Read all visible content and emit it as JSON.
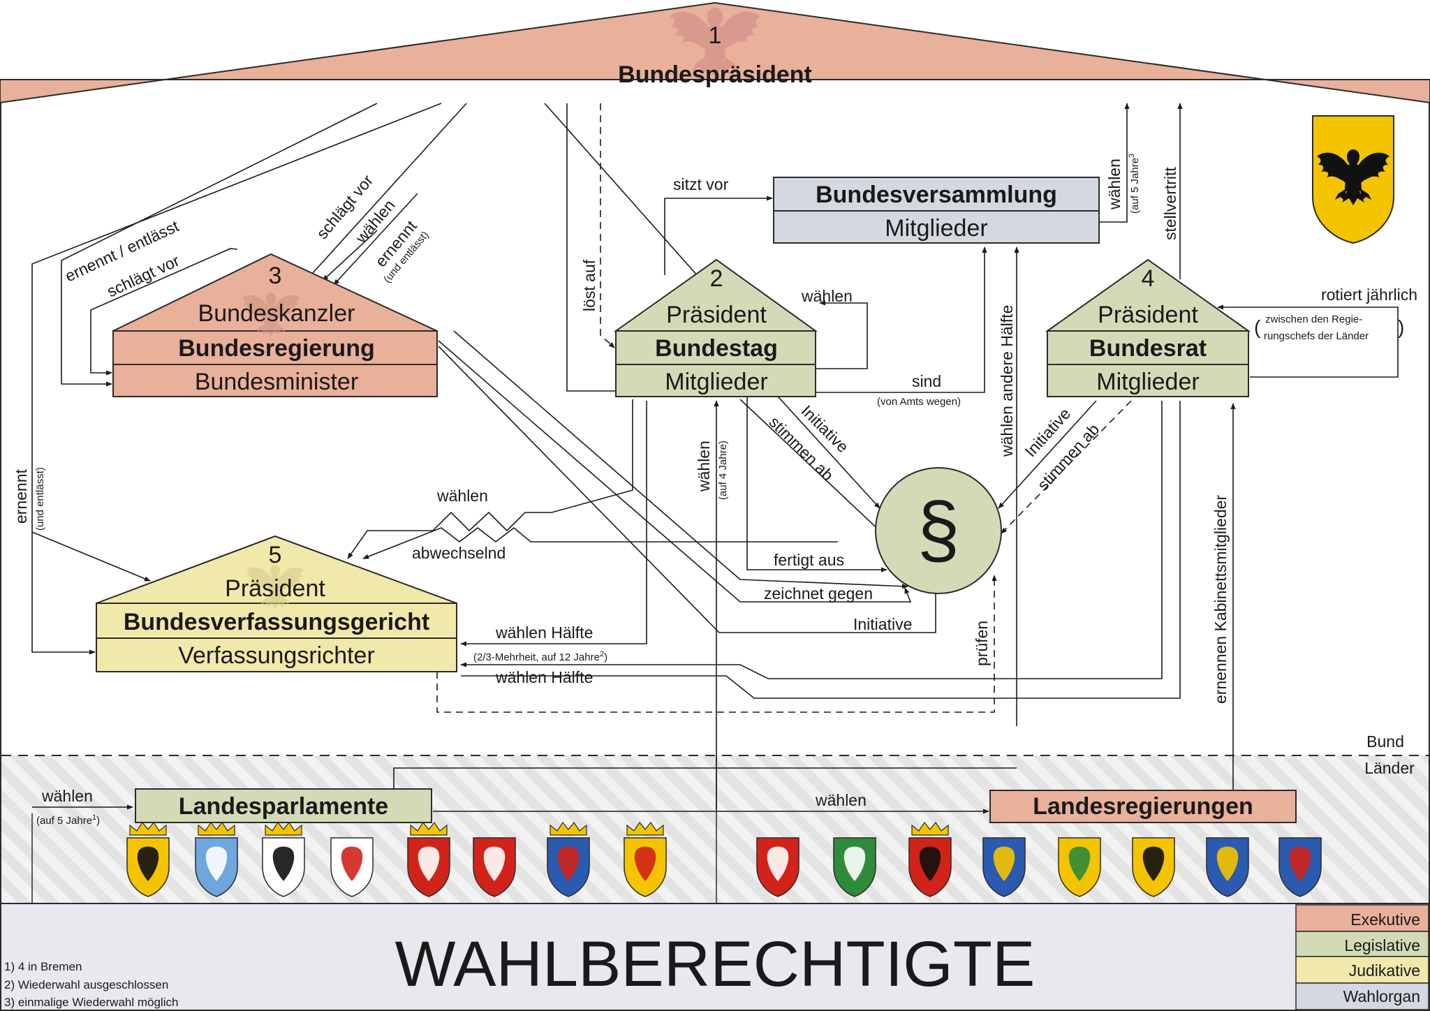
{
  "colors": {
    "exekutive": "#e9b09a",
    "legislative": "#d3dbb6",
    "judikative": "#f1e9a9",
    "wahlorgan": "#d4d8e0",
    "stroke": "#2b2b2b",
    "laender_band": "#ececec",
    "bottom_band": "#e8e9ee"
  },
  "organs": {
    "praesident": {
      "number": "1",
      "name": "Bundespräsident"
    },
    "regierung": {
      "number": "3",
      "top": "Bundeskanzler",
      "name": "Bundesregierung",
      "bottom": "Bundesminister"
    },
    "bundestag": {
      "number": "2",
      "top": "Präsident",
      "name": "Bundestag",
      "bottom": "Mitglieder"
    },
    "bundesrat": {
      "number": "4",
      "top": "Präsident",
      "name": "Bundesrat",
      "bottom": "Mitglieder"
    },
    "bverfg": {
      "number": "5",
      "top": "Präsident",
      "name": "Bundesverfassungsgericht",
      "bottom": "Verfassungsrichter"
    },
    "versammlung": {
      "name": "Bundesversammlung",
      "bottom": "Mitglieder"
    },
    "landesparlamente": {
      "name": "Landesparlamente"
    },
    "landesregierungen": {
      "name": "Landesregierungen"
    },
    "gesetz": {
      "symbol": "§"
    }
  },
  "labels": {
    "ernennt_entlaesst": "ernennt / entlässt",
    "schlaegt_vor": "schlägt vor",
    "schlaegt_vor_2": "schlägt vor",
    "waehlen_kanzler": "wählen",
    "ernennt_kanzler": "ernennt",
    "ernennt_kanzler_note": "(und entlässt)",
    "sitzt_vor": "sitzt vor",
    "loest_auf": "löst auf",
    "waehlen_bv_right": "wählen",
    "waehlen_bv_right_note": "(auf 5 Jahre",
    "waehlen_bv_right_sup": "3",
    "stellvertritt": "stellvertritt",
    "waehlen_bt_praes": "wählen",
    "sind": "sind",
    "sind_note": "(von Amts wegen)",
    "waehlen_andere_haelfte": "wählen andere Hälfte",
    "rotiert": "rotiert jährlich",
    "rotiert_note_1": "zwischen den Regie-",
    "rotiert_note_2": "rungschefs der Länder",
    "ernennt_bverfg": "ernennt",
    "ernennt_bverfg_note": "(und entlässt)",
    "waehlen_bt": "wählen",
    "waehlen_bt_note": "(auf 4 Jahre)",
    "initiative_bt": "Initiative",
    "stimmen_ab_bt": "stimmen ab",
    "initiative_br": "Initiative",
    "stimmen_ab_br": "stimmen ab",
    "waehlen_praes5": "wählen",
    "abwechselnd": "abwechselnd",
    "fertigt_aus": "fertigt aus",
    "zeichnet_gegen": "zeichnet gegen",
    "initiative_reg": "Initiative",
    "waehlen_haelfte_1": "wählen Hälfte",
    "mehrheit_note": "(2/3-Mehrheit, auf 12 Jahre",
    "mehrheit_sup": "2",
    "waehlen_haelfte_2": "wählen Hälfte",
    "pruefen": "prüfen",
    "ernennen_kabinett": "ernennen Kabinettsmitglieder",
    "bund": "Bund",
    "laender": "Länder",
    "waehlen_lp": "wählen",
    "waehlen_lp_note": "(auf 5 Jahre",
    "waehlen_lp_sup": "1",
    "waehlen_lr": "wählen",
    "wahlberechtigte": "WAHLBERECHTIGTE"
  },
  "footnotes": [
    "1) 4 in Bremen",
    "2) Wiederwahl ausgeschlossen",
    "3) einmalige Wiederwahl möglich"
  ],
  "legend": [
    {
      "label": "Exekutive",
      "color": "#e9b09a"
    },
    {
      "label": "Legislative",
      "color": "#d3dbb6"
    },
    {
      "label": "Judikative",
      "color": "#f1e9a9"
    },
    {
      "label": "Wahlorgan",
      "color": "#d4d8e0"
    }
  ],
  "state_coats": [
    {
      "icon": "coat-baden-wuerttemberg",
      "bg": "#f5c400",
      "fg": "#111111",
      "crown": true
    },
    {
      "icon": "coat-bayern",
      "bg": "#6ea6dd",
      "fg": "#ffffff",
      "crown": true
    },
    {
      "icon": "coat-berlin",
      "bg": "#ffffff",
      "fg": "#111111",
      "crown": true
    },
    {
      "icon": "coat-brandenburg",
      "bg": "#ffffff",
      "fg": "#d2231b",
      "crown": false
    },
    {
      "icon": "coat-bremen",
      "bg": "#d2231b",
      "fg": "#ffffff",
      "crown": true
    },
    {
      "icon": "coat-hamburg",
      "bg": "#d2231b",
      "fg": "#ffffff",
      "crown": false
    },
    {
      "icon": "coat-hessen",
      "bg": "#2a5bb0",
      "fg": "#d2231b",
      "crown": true
    },
    {
      "icon": "coat-mecklenburg-vorpommern",
      "bg": "#f5c400",
      "fg": "#d2231b",
      "crown": true
    },
    {
      "icon": "coat-niedersachsen",
      "bg": "#d2231b",
      "fg": "#ffffff",
      "crown": false
    },
    {
      "icon": "coat-nordrhein-westfalen",
      "bg": "#2e8b3a",
      "fg": "#ffffff",
      "crown": false
    },
    {
      "icon": "coat-rheinland-pfalz",
      "bg": "#d2231b",
      "fg": "#111111",
      "crown": true
    },
    {
      "icon": "coat-saarland",
      "bg": "#2a5bb0",
      "fg": "#f5c400",
      "crown": false
    },
    {
      "icon": "coat-sachsen",
      "bg": "#f5c400",
      "fg": "#2e8b3a",
      "crown": false
    },
    {
      "icon": "coat-sachsen-anhalt",
      "bg": "#f5c400",
      "fg": "#111111",
      "crown": false
    },
    {
      "icon": "coat-schleswig-holstein",
      "bg": "#2a5bb0",
      "fg": "#f5c400",
      "crown": false
    },
    {
      "icon": "coat-thueringen",
      "bg": "#2a5bb0",
      "fg": "#d2231b",
      "crown": false
    }
  ]
}
